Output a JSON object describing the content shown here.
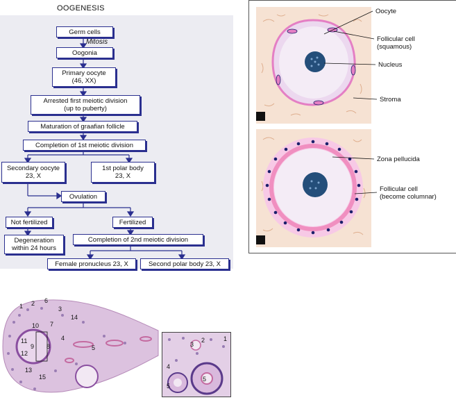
{
  "flowchart": {
    "title": "OOGENESIS",
    "mitosis_label": "Mitosis",
    "boxes": {
      "germ_cells": "Germ cells",
      "oogonia": "Oogonia",
      "primary_oocyte": "Primary oocyte\n(46, XX)",
      "arrested": "Arrested first meiotic division\n(up to puberty)",
      "maturation": "Maturation of graafian follicle",
      "completion_1st": "Completion of 1st meiotic division",
      "secondary_oocyte": "Secondary oocyte\n23, X",
      "first_polar_body": "1st polar body\n23, X",
      "ovulation": "Ovulation",
      "not_fertilized": "Not fertilized",
      "fertilized": "Fertilized",
      "degeneration": "Degeneration\nwithin 24 hours",
      "completion_2nd": "Completion of 2nd meiotic division",
      "female_pronucleus": "Female pronucleus 23, X",
      "second_polar_body": "Second polar body 23, X"
    }
  },
  "illustration": {
    "top_panel_labels": {
      "oocyte": "Oocyte",
      "follicular_cell": "Follicular cell\n(squamous)",
      "nucleus": "Nucleus",
      "stroma": "Stroma"
    },
    "bottom_panel_labels": {
      "zona_pellucida": "Zona pellucida",
      "follicular_cell_columnar": "Follicular cell\n(become columnar)"
    },
    "colors": {
      "stroma": "#f6e2d3",
      "follicle_pink": "#e47fc4",
      "zona_pink": "#f08fc0",
      "nucleus_blue": "#244e7a",
      "cell_dark": "#1b1f6b"
    }
  },
  "micrograph": {
    "ovary_numbers": [
      "1",
      "2",
      "6",
      "3",
      "14",
      "10",
      "7",
      "4",
      "9",
      "8",
      "11",
      "12",
      "5",
      "13",
      "15"
    ],
    "inset_numbers": [
      "3",
      "2",
      "1",
      "4",
      "5",
      "5"
    ],
    "colors": {
      "tissue": "#d8b3d8",
      "cells": "#5a3a8a",
      "ring": "#c46aa0"
    }
  }
}
